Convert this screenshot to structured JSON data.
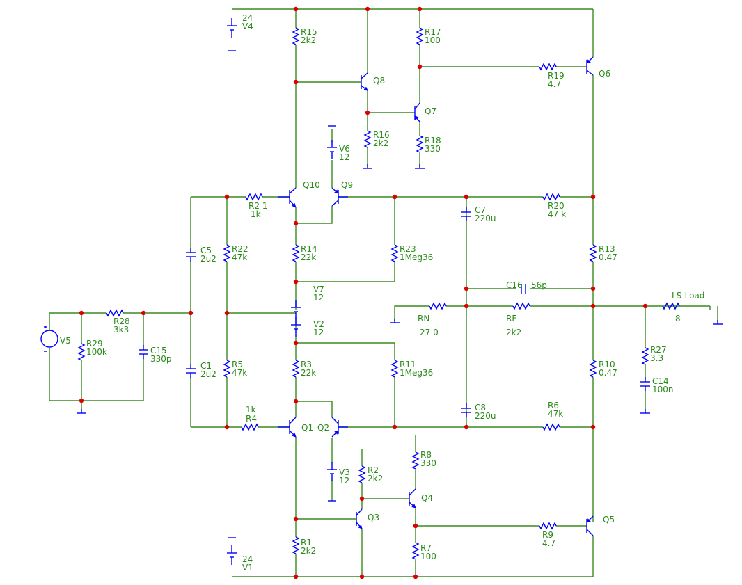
{
  "components": {
    "V4": {
      "value": "24"
    },
    "V1": {
      "value": "24"
    },
    "V6": {
      "value": "12"
    },
    "V3": {
      "value": "12"
    },
    "V7": {
      "value": "12"
    },
    "V2": {
      "value": "12"
    },
    "V5": {
      "value": ""
    },
    "R1": {
      "value": "2k2"
    },
    "R2": {
      "value": "2k2"
    },
    "R3": {
      "value": "22k"
    },
    "R4": {
      "value": "1k"
    },
    "R5": {
      "value": "47k"
    },
    "R6": {
      "value": "47k"
    },
    "R7": {
      "value": "100"
    },
    "R8": {
      "value": "330"
    },
    "R9": {
      "value": "4.7"
    },
    "R10": {
      "value": "0.47"
    },
    "R11": {
      "value": "1Meg36"
    },
    "R13": {
      "value": "0.47"
    },
    "R14": {
      "value": "22k"
    },
    "R15": {
      "value": "2k2"
    },
    "R16": {
      "value": "2k2"
    },
    "R17": {
      "value": "100"
    },
    "R18": {
      "value": "330"
    },
    "R19": {
      "value": "4.7"
    },
    "R20": {
      "value": "47 k"
    },
    "R21": {
      "name": "R2 1",
      "value": "1k"
    },
    "R22": {
      "value": "47k"
    },
    "R23": {
      "value": "1Meg36"
    },
    "R27": {
      "value": "3.3"
    },
    "R28": {
      "value": "3k3"
    },
    "R29": {
      "value": "100k"
    },
    "RN": {
      "value": "27 0"
    },
    "RF": {
      "value": "2k2"
    },
    "LS-Load": {
      "value": "8"
    },
    "C1": {
      "value": "2u2"
    },
    "C5": {
      "value": "2u2"
    },
    "C7": {
      "value": "220u"
    },
    "C8": {
      "value": "220u"
    },
    "C14": {
      "value": "100n"
    },
    "C15": {
      "value": "330p"
    },
    "C16": {
      "value": "56p"
    },
    "Q1": {},
    "Q2": {},
    "Q3": {},
    "Q4": {},
    "Q5": {},
    "Q6": {},
    "Q7": {},
    "Q8": {},
    "Q9": {},
    "Q10": {}
  },
  "colors": {
    "wire": "#3a8a1e",
    "component": "#0000ff",
    "junction": "#dd0000",
    "label": "#2a8a1a"
  }
}
